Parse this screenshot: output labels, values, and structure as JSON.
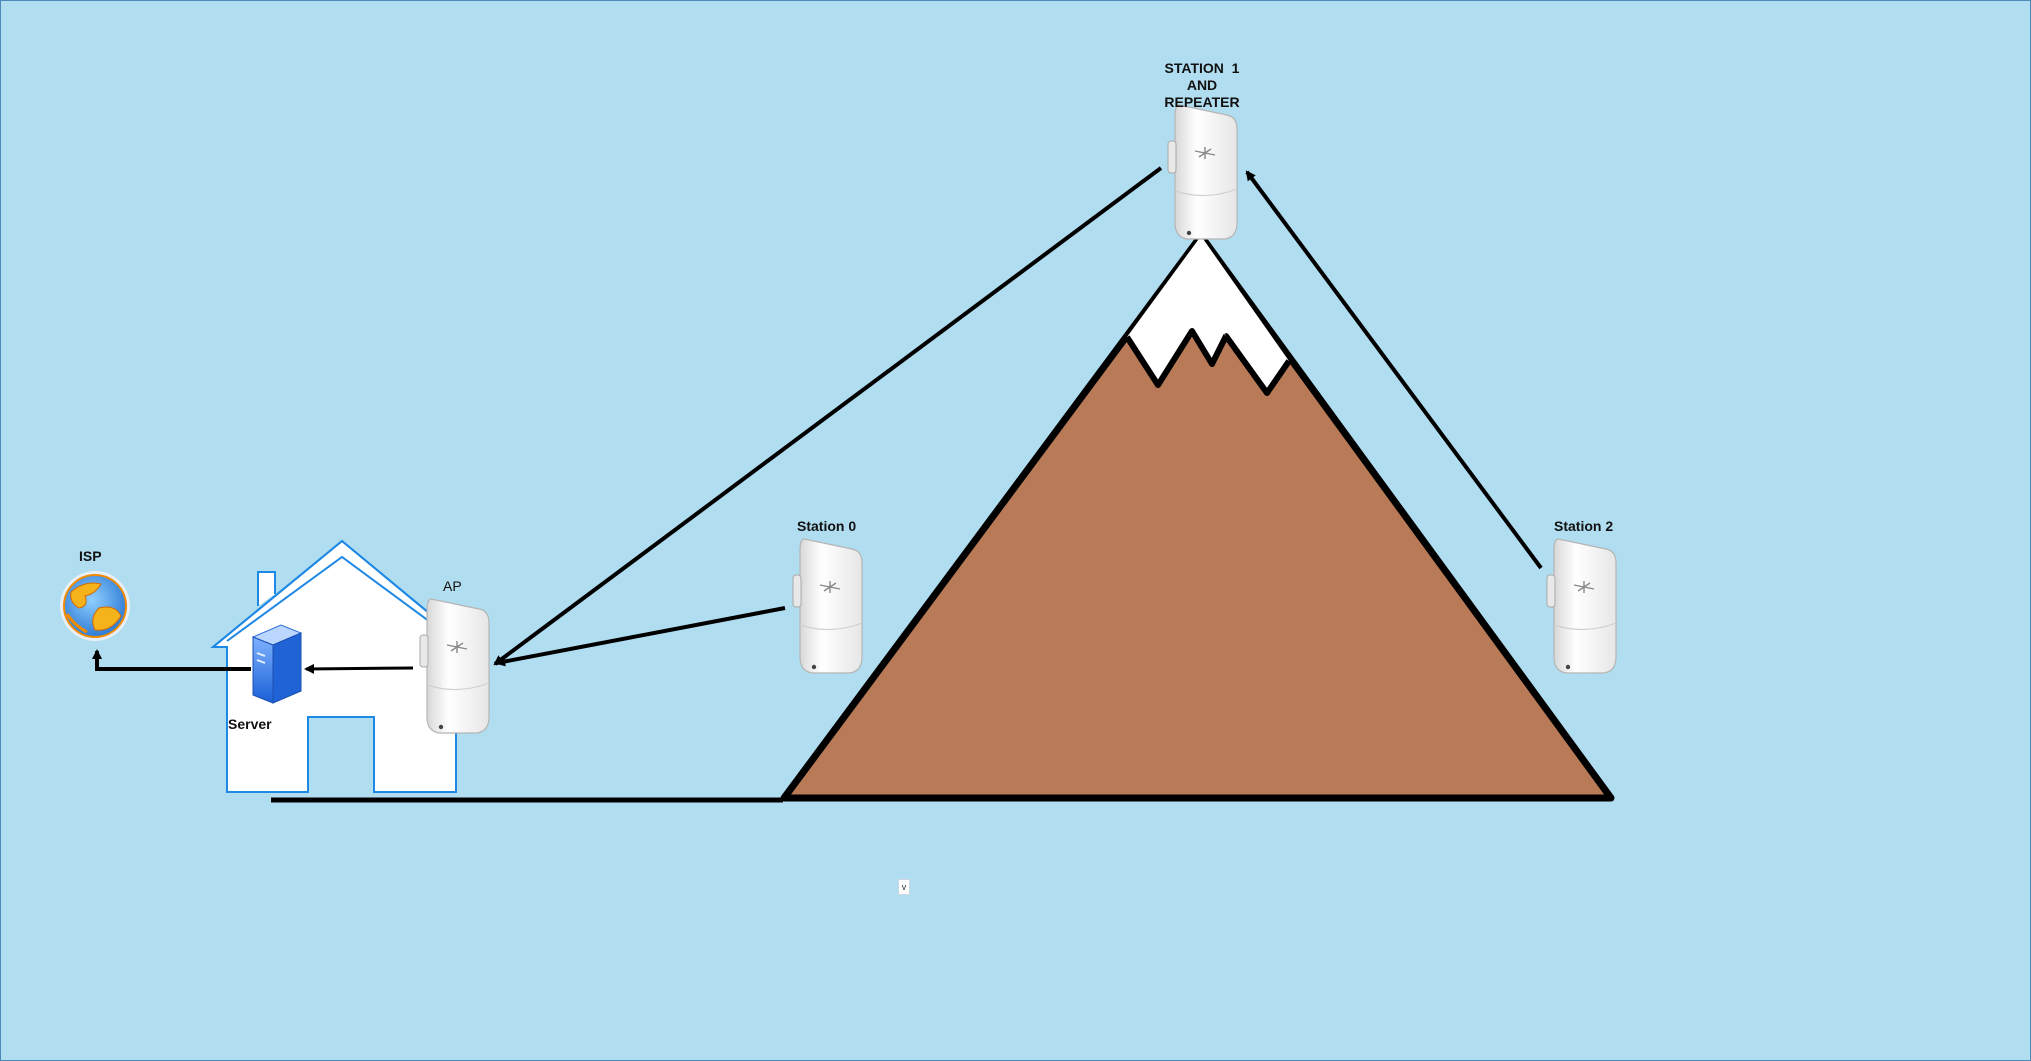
{
  "colors": {
    "background": "#b1ddf0",
    "mountain": "#b87a57",
    "house_stroke": "#1e88e5",
    "line": "#000000"
  },
  "nodes": {
    "isp": {
      "label": "ISP",
      "icon": "globe-icon"
    },
    "server": {
      "label": "Server",
      "icon": "server-icon"
    },
    "ap": {
      "label": "AP",
      "icon": "antenna-icon"
    },
    "station0": {
      "label": "Station 0",
      "icon": "antenna-icon"
    },
    "station1": {
      "label_lines": [
        "STATION  1",
        "AND",
        "REPEATER"
      ],
      "icon": "antenna-icon"
    },
    "station2": {
      "label": "Station 2",
      "icon": "antenna-icon"
    }
  },
  "edges": [
    {
      "from": "Station 0",
      "to": "AP"
    },
    {
      "from": "STATION  1 AND REPEATER",
      "to": "AP"
    },
    {
      "from": "Station 2",
      "to": "STATION  1 AND REPEATER"
    },
    {
      "from": "AP",
      "to": "Server"
    },
    {
      "from": "Server",
      "to": "ISP"
    }
  ],
  "misc": {
    "cursor_glyph": "v"
  }
}
